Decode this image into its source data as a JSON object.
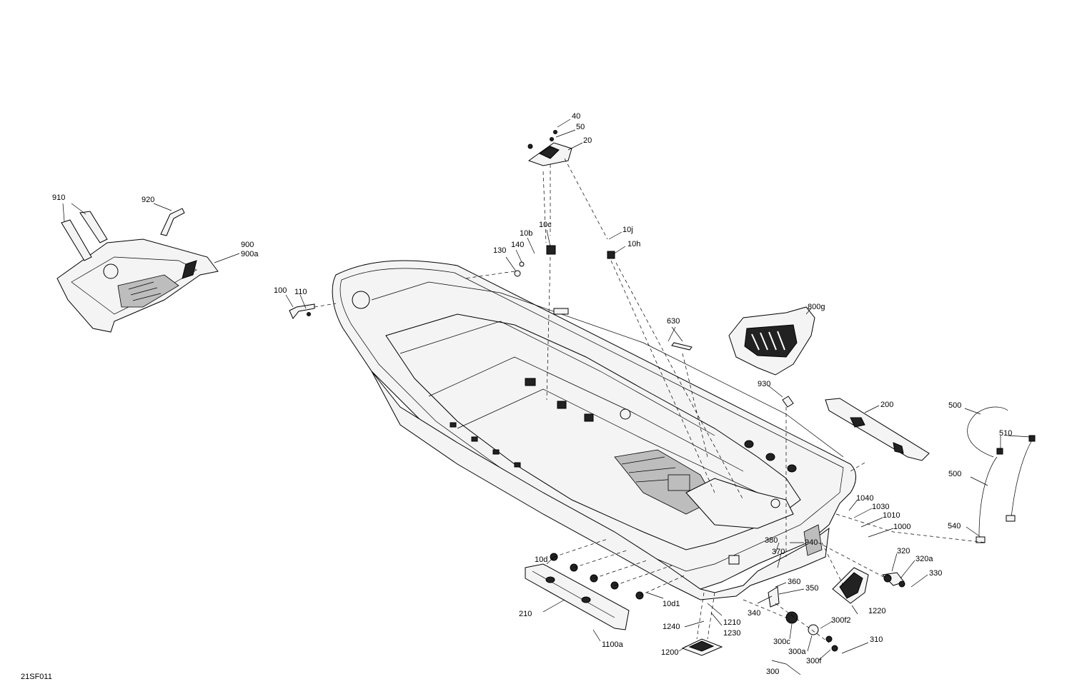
{
  "diagram": {
    "drawing_code": "21SF011",
    "callouts": {
      "c40": "40",
      "c50": "50",
      "c20": "20",
      "c910": "910",
      "c920": "920",
      "c900": "900",
      "c900a": "900a",
      "c10b": "10b",
      "c10c": "10c",
      "c10j": "10j",
      "c10h": "10h",
      "c130": "130",
      "c140": "140",
      "c100": "100",
      "c110": "110",
      "c630": "630",
      "c800g": "800g",
      "c930": "930",
      "c200": "200",
      "c500a": "500",
      "c510": "510",
      "c500b": "500",
      "c1040": "1040",
      "c1030": "1030",
      "c1010": "1010",
      "c1000": "1000",
      "c540": "540",
      "c10d": "10d",
      "c380": "380",
      "c370": "370",
      "c940": "940",
      "c360": "360",
      "c350": "350",
      "c320": "320",
      "c320a": "320a",
      "c330": "330",
      "c210": "210",
      "c10d1": "10d1",
      "c340": "340",
      "c1210": "1210",
      "c1230": "1230",
      "c1240": "1240",
      "c1220": "1220",
      "c300f2": "300f2",
      "c300c": "300c",
      "c300a": "300a",
      "c300f": "300f",
      "c310": "310",
      "c300": "300",
      "c1100a": "1100a",
      "c1200": "1200"
    }
  }
}
